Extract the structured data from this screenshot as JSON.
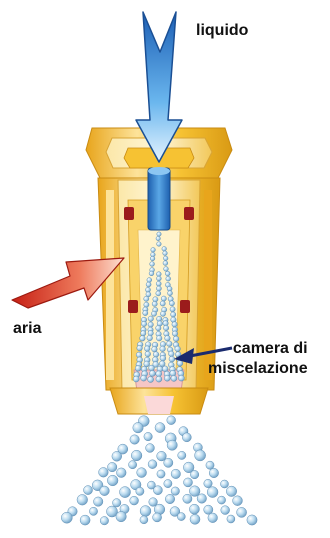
{
  "labels": {
    "liquid": "liquido",
    "air": "aria",
    "chamber_line1": "camera di",
    "chamber_line2": "miscelazione"
  },
  "colors": {
    "nozzle_body": "#f6c233",
    "nozzle_light": "#fde39a",
    "nozzle_dark": "#d99a14",
    "liquid_channel": "#2f7fd0",
    "droplet": "#a9cfe8",
    "air_arrow": "#d9331f",
    "liquid_arrow": "#3a8fd8",
    "seal": "#9b1c1c",
    "outlet_pink": "#f5c6c6",
    "pointer_arrow": "#1a2b6e"
  },
  "icons": {
    "liquid_inlet": "down-arrow-icon",
    "air_inlet": "right-arrow-icon",
    "chamber_pointer": "left-arrow-icon"
  }
}
